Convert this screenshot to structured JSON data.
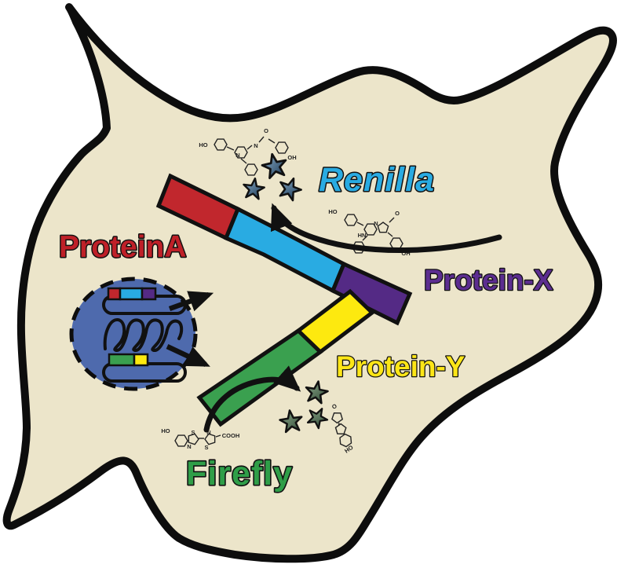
{
  "diagram": {
    "name": "dual-luciferase protein interaction assay cell diagram",
    "labels": {
      "protein_a": "ProteinA",
      "renilla": "Renilla",
      "protein_x": "Protein-X",
      "protein_y": "Protein-Y",
      "firefly": "Firefly"
    },
    "chem": {
      "ho": "HO",
      "o": "O",
      "oh": "OH",
      "hn": "HN",
      "n": "N",
      "s": "S",
      "cooh": "COOH"
    },
    "colors": {
      "cell_fill": "#ece5ca",
      "outline": "#0d0d0d",
      "nucleus": "#4e6aad",
      "red": "#c1272d",
      "cyan": "#29abe2",
      "purple": "#542a85",
      "yellow": "#fde90f",
      "green": "#3aa04f",
      "protein_a_text": "#bf2028",
      "renilla_text": "#29abe2",
      "protein_x_text": "#5c2d90",
      "protein_y_text": "#fde617",
      "firefly_text": "#2f9e48",
      "star_blue_light": "#8fb3cf",
      "star_blue_dark": "#16334f",
      "star_green_light": "#8fa98c",
      "star_green_dark": "#2f4a35"
    }
  }
}
